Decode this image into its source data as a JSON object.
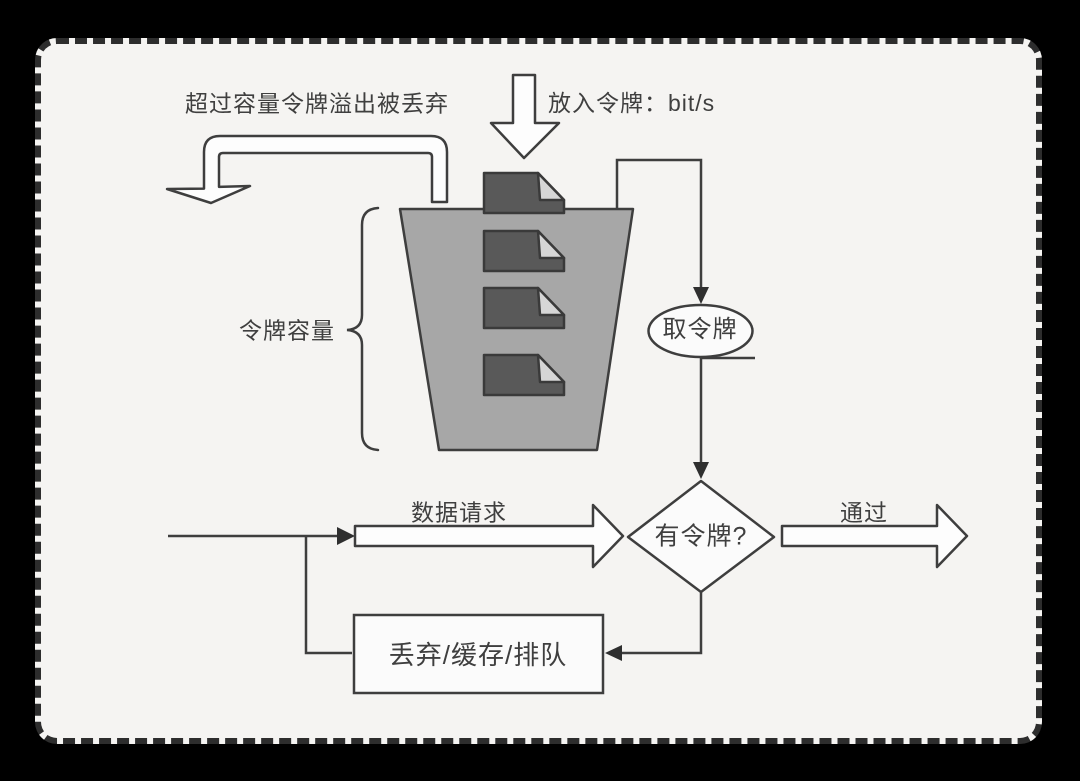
{
  "diagram": {
    "labels": {
      "overflow": "超过容量令牌溢出被丢弃",
      "inflow": "放入令牌：bit/s",
      "capacity": "令牌容量",
      "take_token": "取令牌",
      "has_token": "有令牌?",
      "data_request": "数据请求",
      "pass": "通过",
      "drop": "丢弃/缓存/排队"
    },
    "colors": {
      "page_background": "#000000",
      "card_background": "#f5f4f2",
      "card_border": "#2d2d2d",
      "line": "#3e3e3e",
      "bucket_fill": "#a7a7a7",
      "token_fill": "#595959",
      "token_flap_fill": "#d6d6d6",
      "shape_fill": "#fbfbfb",
      "text": "#3f3f3f"
    },
    "token_count": 4
  }
}
